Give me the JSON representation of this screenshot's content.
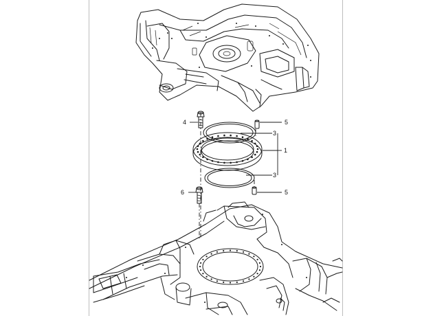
{
  "diagram": {
    "callouts": {
      "c1": "1",
      "c3_upper": "3",
      "c3_lower": "3",
      "c4": "4",
      "c5_upper": "5",
      "c5_lower": "5",
      "c6": "6"
    }
  }
}
